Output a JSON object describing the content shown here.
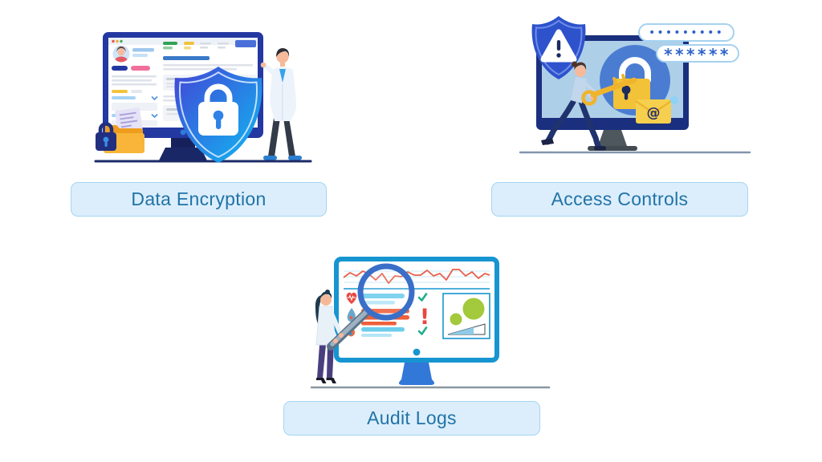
{
  "page": {
    "title": "Security features infographic",
    "background": "#ffffff"
  },
  "labels": [
    {
      "id": "data-encryption",
      "text": "Data Encryption"
    },
    {
      "id": "access-controls",
      "text": "Access Controls"
    },
    {
      "id": "audit-logs",
      "text": "Audit Logs"
    }
  ],
  "label_style": {
    "background": "#dceefc",
    "border": "#a5d5f2",
    "text_color": "#2173a6"
  },
  "illustrations": {
    "data_encryption": {
      "description": "Desktop monitor showing a records dashboard, large blue gradient shield with white padlock, man in lab coat beside it, locked folder with documents",
      "icons": [
        "monitor",
        "browser-window",
        "user-avatar",
        "shield-lock",
        "padlock",
        "locked-folder",
        "document",
        "man-figure"
      ]
    },
    "access_controls": {
      "description": "Monitor with padlock circle and email envelope, woman holding a golden key, warning shield, masked password fields",
      "password_dots": "•••••••••",
      "password_asterisks": "******",
      "at_symbol": "@",
      "icons": [
        "monitor",
        "warning-shield",
        "gold-key",
        "gold-padlock",
        "email-envelope",
        "password-pill",
        "woman-figure"
      ]
    },
    "audit_logs": {
      "description": "Monitor with red trend line chart, log rows with checkmarks and an alert, green bubble panel, woman inspecting with a magnifying glass",
      "alert_exclamation": "!",
      "icons": [
        "monitor",
        "line-chart",
        "heart-pulse",
        "droplet",
        "flame",
        "check-mark",
        "alert-exclamation",
        "bubble-chart",
        "ramp-chart",
        "magnifier",
        "woman-figure"
      ]
    }
  },
  "colors": {
    "navy": "#2438a2",
    "dark_navy": "#1a2f7e",
    "cyan": "#1795d1",
    "shield_gradient_start": "#4345d6",
    "shield_gradient_end": "#0fbaf2",
    "gold": "#f2c238",
    "folder_orange": "#f29c1c",
    "alert_red": "#e8483f",
    "line_red": "#e8604c",
    "check_green": "#1fae8c",
    "olive_green": "#a3c93c",
    "password_blue": "#2f63c8",
    "label_text": "#2173a6"
  }
}
